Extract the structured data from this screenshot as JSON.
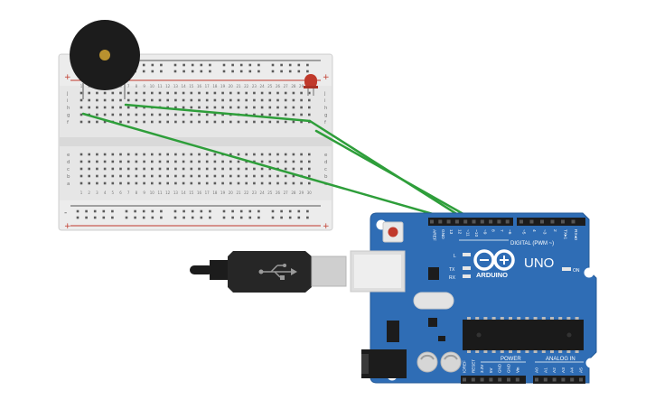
{
  "breadboard": {
    "rail_plus": "+",
    "rail_minus": "-",
    "row_letters_top": [
      "j",
      "i",
      "h",
      "g",
      "f"
    ],
    "row_letters_bottom": [
      "e",
      "d",
      "c",
      "b",
      "a"
    ],
    "column_numbers": [
      "1",
      "2",
      "3",
      "4",
      "5",
      "6",
      "7",
      "8",
      "9",
      "10",
      "11",
      "12",
      "13",
      "14",
      "15",
      "16",
      "17",
      "18",
      "19",
      "20",
      "21",
      "22",
      "23",
      "24",
      "25",
      "26",
      "27",
      "28",
      "29",
      "30"
    ]
  },
  "arduino": {
    "brand": "ARDUINO",
    "model": "UNO",
    "digital_label": "DIGITAL (PWM ~)",
    "power_label": "POWER",
    "analog_label": "ANALOG IN",
    "on_label": "ON",
    "l_label": "L",
    "tx_label": "TX",
    "rx_label": "RX",
    "digital_pins": [
      "AREF",
      "GND",
      "13",
      "12",
      "~11",
      "~10",
      "~9",
      "8",
      "7",
      "~6",
      "~5",
      "4",
      "~3",
      "2",
      "TX▸1",
      "RX◂0"
    ],
    "power_pins": [
      "IOREF",
      "RESET",
      "3.3V",
      "5V",
      "GND",
      "GND",
      "Vin"
    ],
    "analog_pins": [
      "A0",
      "A1",
      "A2",
      "A3",
      "A4",
      "A5"
    ]
  },
  "colors": {
    "board_blue": "#2f6db5",
    "wire_green": "#2e9e3a",
    "rail_red": "#c0392b",
    "breadboard": "#e9e9e9",
    "led_red": "#c0392b"
  }
}
